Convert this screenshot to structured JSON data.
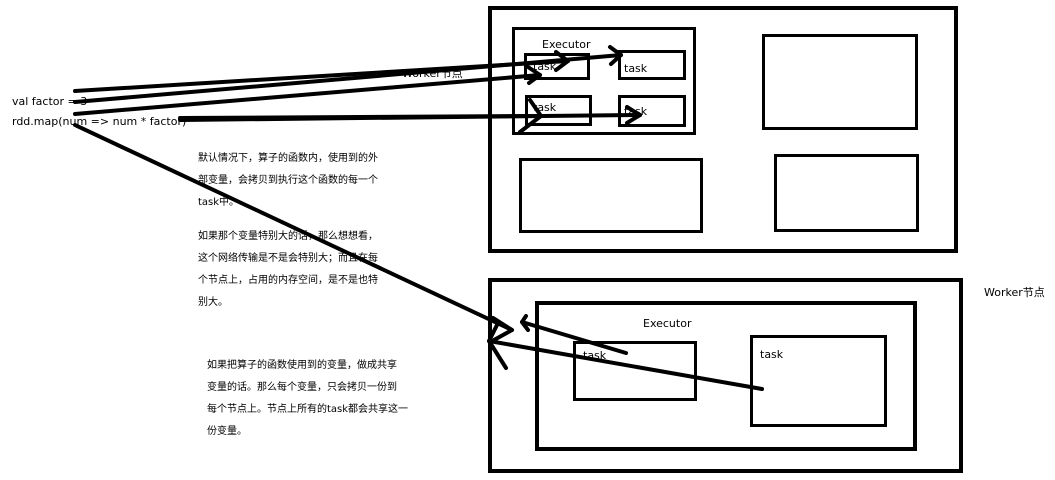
{
  "code": {
    "line1": "val factor = 3",
    "line2": "rdd.map(num => num * factor)"
  },
  "notes": {
    "default": [
      "默认情况下，算子的函数内，使用到的外",
      "部变量，会拷贝到执行这个函数的每一个",
      "task中。"
    ],
    "big": [
      "如果那个变量特别大的话，那么想想看，",
      "这个网络传输是不是会特别大；而且在每",
      "个节点上，占用的内存空间，是不是也特",
      "别大。"
    ],
    "shared": [
      "如果把算子的函数使用到的变量，做成共享",
      "变量的话。那么每个变量，只会拷贝一份到",
      "每个节点上。节点上所有的task都会共享这一",
      "份变量。"
    ]
  },
  "worker_top": {
    "label": "Worker节点",
    "executor_label": "Executor",
    "tasks": [
      "task",
      "task",
      "task",
      "task"
    ]
  },
  "worker_bottom": {
    "label": "Worker节点",
    "executor_label": "Executor",
    "tasks": [
      "task",
      "task"
    ]
  }
}
